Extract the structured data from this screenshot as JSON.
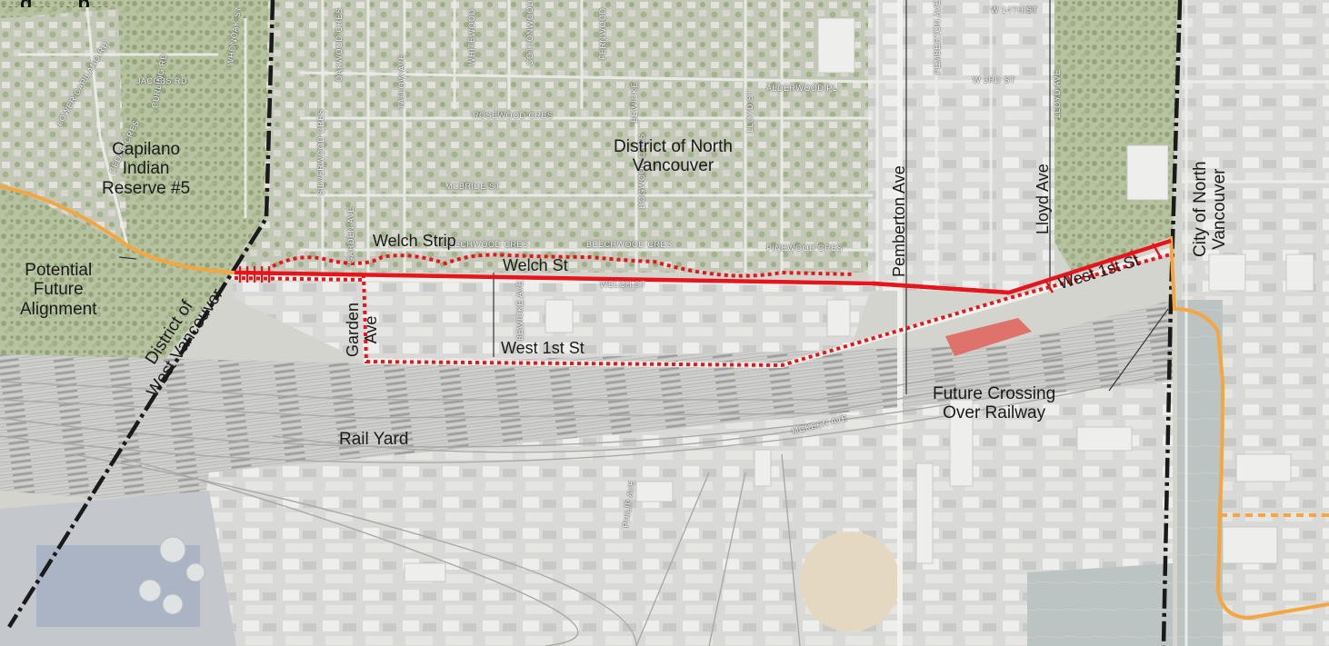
{
  "title_fragment": "…g… …p…",
  "colors": {
    "proposed_route": "#e8141b",
    "potential_route": "#f4a640",
    "boundary_line": "#1a1a1a",
    "thin_street_line": "#333333",
    "rail_yard_building": "#e0625a"
  },
  "area_labels": {
    "capilano": "Capilano\nIndian\nReserve #5",
    "dnv": "District of North\nVancouver",
    "dwv": "District of\nWest Vancouver",
    "cnv": "City of North\nVancouver",
    "rail_yard": "Rail Yard"
  },
  "annotations": {
    "potential_future_alignment": "Potential\nFuture\nAlignment",
    "future_crossing": "Future Crossing\nOver Railway"
  },
  "route_labels": {
    "welch_strip": "Welch Strip",
    "welch_st": "Welch St",
    "west_1st_lower": "West 1st St",
    "west_1st_upper": "West 1st St",
    "garden_ave": "Garden\nAve",
    "pemberton_ave": "Pemberton Ave",
    "lloyd_ave": "Lloyd Ave"
  },
  "basemap_streets": {
    "lower_capilano_rd": "LOWER CAPILANO RD",
    "jacobs_rd": "JACOBS RD",
    "whonoak_st": "WHONOAK ST",
    "curling_rd": "CURLING RD",
    "cedar_crescent": "CEDAR CRES",
    "silverwood_cres": "SILVERWOOD CRES",
    "garden_ave_small": "GARDEN AVE",
    "oakwood_cres": "OAKWOOD CRES",
    "tatlow_ave": "TATLOW AVE",
    "whitewood": "WHITEWOOD",
    "cottonwood": "COTTONWOOD",
    "fernwood": "FERNWOOD",
    "rosewood_cres": "ROSEWOOD CRES",
    "mcbride_st": "MCBRIDE ST",
    "bewicke": "BEWICKE",
    "dogwood_cres": "DOGWOOD CRES",
    "lloyd_st": "LLOYD ST",
    "beechwood_cres_1": "BEECHWOOD CRES",
    "beechwood_cres_2": "BEECHWOOD CRES",
    "pinewood_cres": "PINEWOOD CRES",
    "alderwood_pl": "ALDERWOOD PL",
    "pemberton_small": "PEMBERTON AVE",
    "w14th_st": "W 14TH ST",
    "w3rd_st": "W 3RD ST",
    "lloyd_ave_small": "LLOYD AVE",
    "mckeen_ave": "MCKEEN AVE",
    "philip_ave": "PHILIP AVE",
    "bewicke_small": "BEWICKE AVE",
    "welch_small": "WELCH ST"
  }
}
